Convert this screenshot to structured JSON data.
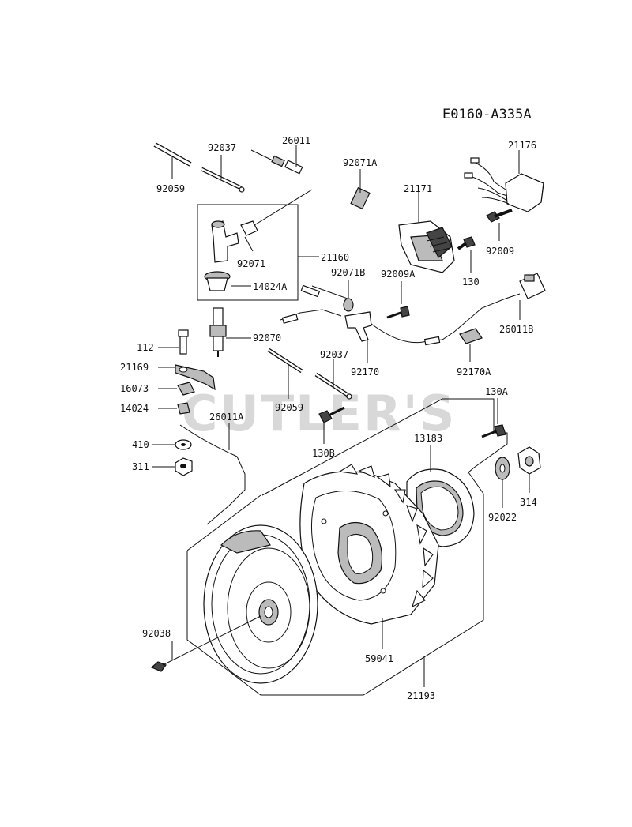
{
  "diagram": {
    "code": "E0160-A335A",
    "watermark": "CUTLER'S",
    "labels": {
      "p92059_top": "92059",
      "p92037_top": "92037",
      "p26011": "26011",
      "p92071A": "92071A",
      "p21171": "21171",
      "p21176": "21176",
      "p92071": "92071",
      "p21160": "21160",
      "p14024A": "14024A",
      "p92071B": "92071B",
      "p92009A": "92009A",
      "p130_right": "130",
      "p92009": "92009",
      "p112": "112",
      "p92070": "92070",
      "p92037_mid": "92037",
      "p26011B": "26011B",
      "p21169": "21169",
      "p92170": "92170",
      "p92170A": "92170A",
      "p16073": "16073",
      "p92059_mid": "92059",
      "p130A": "130A",
      "p14024": "14024",
      "p26011A": "26011A",
      "p13183": "13183",
      "p130B": "130B",
      "p410": "410",
      "p311": "311",
      "p314": "314",
      "p92022": "92022",
      "p92038": "92038",
      "p59041": "59041",
      "p21193": "21193"
    }
  }
}
